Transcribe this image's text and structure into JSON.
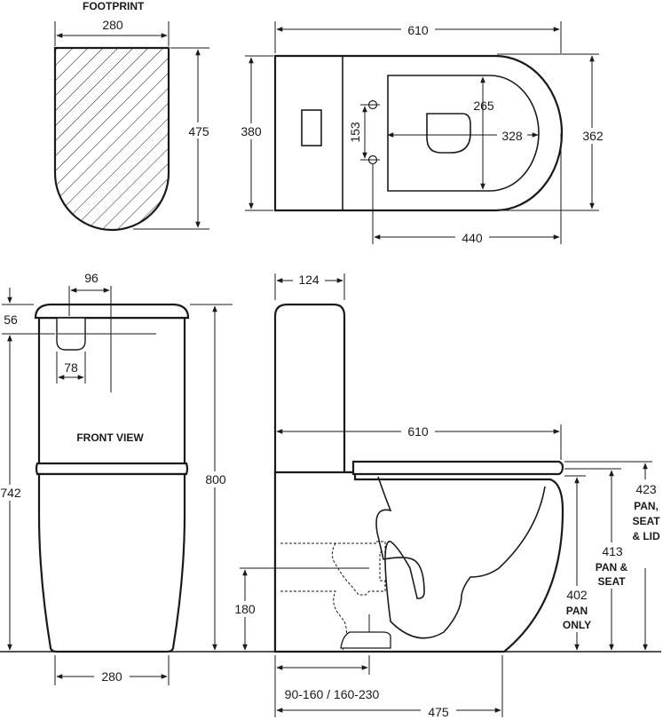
{
  "labels": {
    "footprint": "FOOTPRINT",
    "front_view": "FRONT VIEW",
    "pan_seat_lid": [
      "PAN,",
      "SEAT",
      "& LID"
    ],
    "pan_seat": [
      "PAN &",
      "SEAT"
    ],
    "pan_only": [
      "PAN",
      "ONLY"
    ]
  },
  "dims": {
    "footprint_width": "280",
    "footprint_depth": "475",
    "top_overall_length": "610",
    "top_tank_depth": "380",
    "top_inlet_spacing": "153",
    "top_bowl_inner_length": "265",
    "top_bowl_to_rear": "328",
    "top_pan_width": "362",
    "top_pan_length": "440",
    "front_button_offset": "96",
    "front_top_offset": "56",
    "front_button_width": "78",
    "front_height_inner": "742",
    "front_overall_height": "800",
    "front_base_width": "280",
    "side_tank_depth": "124",
    "side_overall_length": "610",
    "side_height_lid": "423",
    "side_height_seat": "413",
    "side_height_pan": "402",
    "side_waste_height": "180",
    "side_setout": "90-160  /  160-230",
    "side_base_length": "475"
  },
  "colors": {
    "line": "#1a1a1a",
    "background": "#ffffff"
  }
}
